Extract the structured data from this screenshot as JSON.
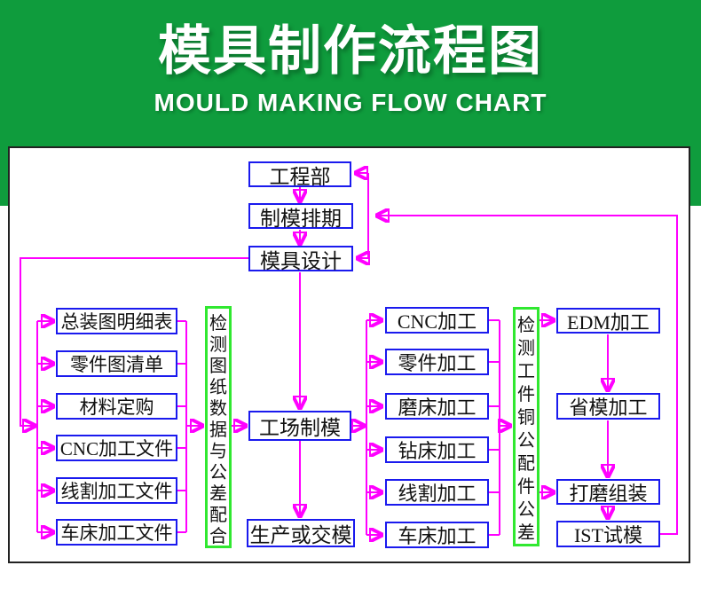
{
  "header": {
    "title": "模具制作流程图",
    "subtitle": "MOULD MAKING FLOW CHART",
    "background_color": "#0f9c3d",
    "text_color": "#ffffff"
  },
  "flowchart": {
    "top_chain": [
      "工程部",
      "制模排期",
      "模具设计"
    ],
    "design_files_column": [
      "总装图明细表",
      "零件图清单",
      "材料定购",
      "CNC加工文件",
      "线割加工文件",
      "车床加工文件"
    ],
    "check_drawing": "检测图纸数据与公差配合",
    "workshop": "工场制模",
    "delivery": "生产或交模",
    "machining_column": [
      "CNC加工",
      "零件加工",
      "磨床加工",
      "钻床加工",
      "线割加工",
      "车床加工"
    ],
    "check_workpiece": "检测工件铜公配件公差",
    "finishing_column": [
      "EDM加工",
      "省模加工",
      "打磨组装",
      "IST试模"
    ],
    "colors": {
      "node_border": "#1a1aee",
      "check_border": "#30e830",
      "connector": "#ff00ff",
      "node_text": "#111111",
      "panel_border": "#222222"
    }
  }
}
